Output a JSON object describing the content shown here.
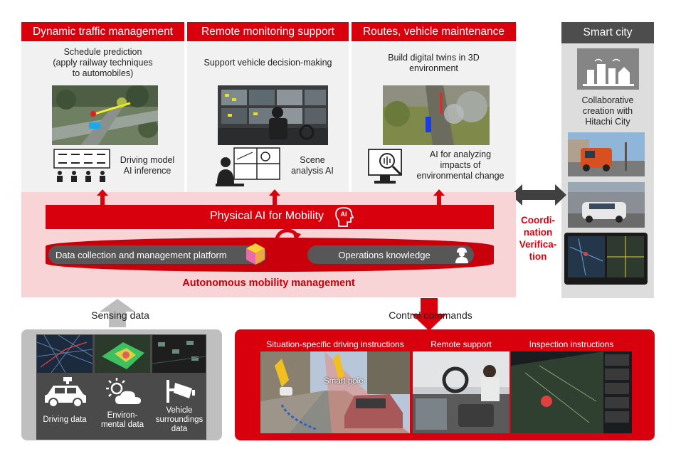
{
  "headers": {
    "dynamic": "Dynamic traffic management",
    "remote": "Remote monitoring support",
    "routes": "Routes, vehicle maintenance",
    "smart_city": "Smart city"
  },
  "panels": {
    "dynamic_desc_line1": "Schedule prediction",
    "dynamic_desc_line2": "(apply railway techniques",
    "dynamic_desc_line3": "to automobiles)",
    "dynamic_sub_line1": "Driving model",
    "dynamic_sub_line2": "AI inference",
    "remote_desc": "Support vehicle decision-making",
    "remote_sub_line1": "Scene",
    "remote_sub_line2": "analysis AI",
    "routes_desc_line1": "Build digital twins in 3D",
    "routes_desc_line2": "environment",
    "routes_sub_line1": "AI for analyzing",
    "routes_sub_line2": "impacts of",
    "routes_sub_line3": "environmental change"
  },
  "smart_city": {
    "desc_line1": "Collaborative",
    "desc_line2": "creation with",
    "desc_line3": "Hitachi City"
  },
  "coordination": {
    "line1": "Coordi-",
    "line2": "nation",
    "line3": "Verifica-",
    "line4": "tion"
  },
  "core": {
    "physical_ai": "Physical AI for Mobility",
    "ai_badge": "AI",
    "data_platform": "Data collection and management platform",
    "ops_knowledge": "Operations knowledge",
    "autonomous": "Autonomous mobility management"
  },
  "sensing": {
    "label": "Sensing data",
    "driving_data": "Driving data",
    "env_line1": "Environ-",
    "env_line2": "mental data",
    "veh_line1": "Vehicle",
    "veh_line2": "surroundings",
    "veh_line3": "data"
  },
  "control": {
    "label": "Control commands",
    "situation": "Situation-specific driving instructions",
    "remote_support": "Remote support",
    "inspection": "Inspection instructions",
    "smart_pole": "Smart pole"
  },
  "colors": {
    "brand_red": "#d9000d",
    "pink": "#f8d4d6",
    "panel_gray": "#f1f1f1",
    "dark_gray": "#4d4d4d"
  }
}
